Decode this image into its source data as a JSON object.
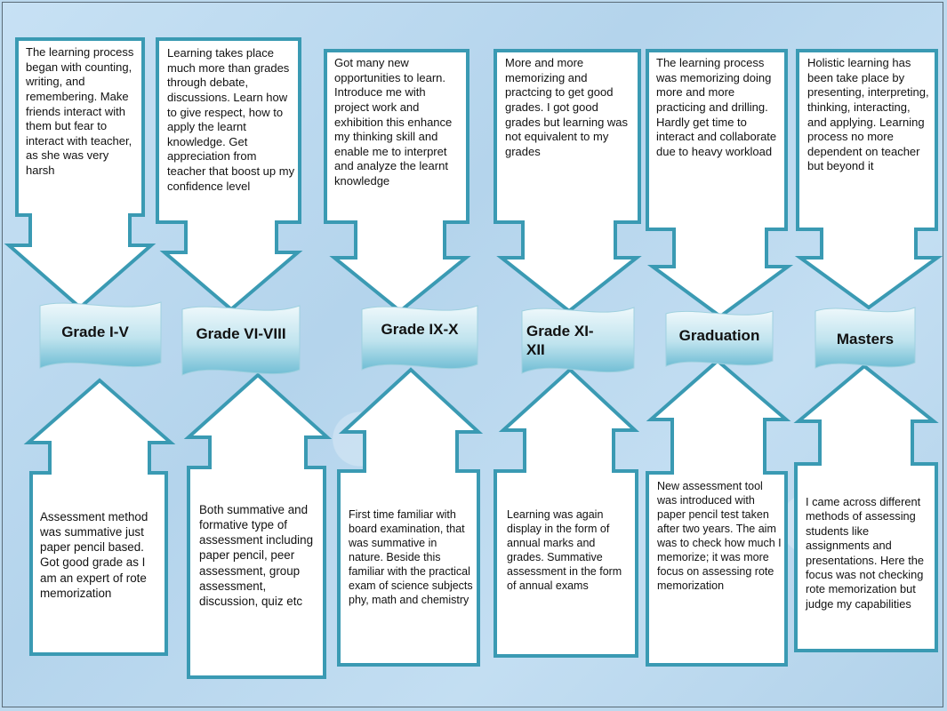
{
  "stages": [
    {
      "name": "Grade I-V",
      "learning": "The learning process began with counting, writing, and remembering. Make friends interact with them but fear to interact with teacher, as she was very harsh",
      "assessment": "Assessment method was summative just paper pencil based. Got good grade as I am an expert of rote memorization"
    },
    {
      "name": "Grade VI-VIII",
      "learning": "Learning takes place much more than grades through debate, discussions. Learn how to give respect, how to apply the learnt knowledge. Get appreciation from teacher that boost up my confidence level",
      "assessment": "Both summative and formative type of assessment including paper pencil, peer assessment, group assessment, discussion, quiz etc"
    },
    {
      "name": "Grade IX-X",
      "learning": "Got many new opportunities to learn. Introduce me with project work and exhibition this enhance my thinking skill and enable me to interpret and analyze the learnt knowledge",
      "assessment": "First time familiar with board examination, that was summative in nature. Beside this familiar with the practical exam of science subjects phy, math and chemistry"
    },
    {
      "name": "Grade XI-XII",
      "learning": "More and more memorizing and practcing to get good grades. I got good grades but learning was not equivalent to my grades",
      "assessment": "Learning was again display in the form of annual marks and grades. Summative assessment in the form of annual exams"
    },
    {
      "name": "Graduation",
      "learning": "The learning process was memorizing doing more and more practicing and drilling. Hardly get time to interact and collaborate due to heavy workload",
      "assessment": "New assessment tool was introduced with paper pencil test taken after two years. The aim was to check how much I memorize; it was more focus on assessing rote memorization"
    },
    {
      "name": "Masters",
      "learning": "Holistic learning has been take place by presenting, interpreting, thinking, interacting, and applying. Learning process no more dependent on teacher but beyond it",
      "assessment": "I came across different methods of assessing students like assignments and presentations. Here the focus was not checking rote memorization but judge my capabilities"
    }
  ],
  "colors": {
    "arrow_outline": "#3a9ab3",
    "banner_top": "#e9f6fa",
    "banner_bottom": "#7fc4d8"
  }
}
